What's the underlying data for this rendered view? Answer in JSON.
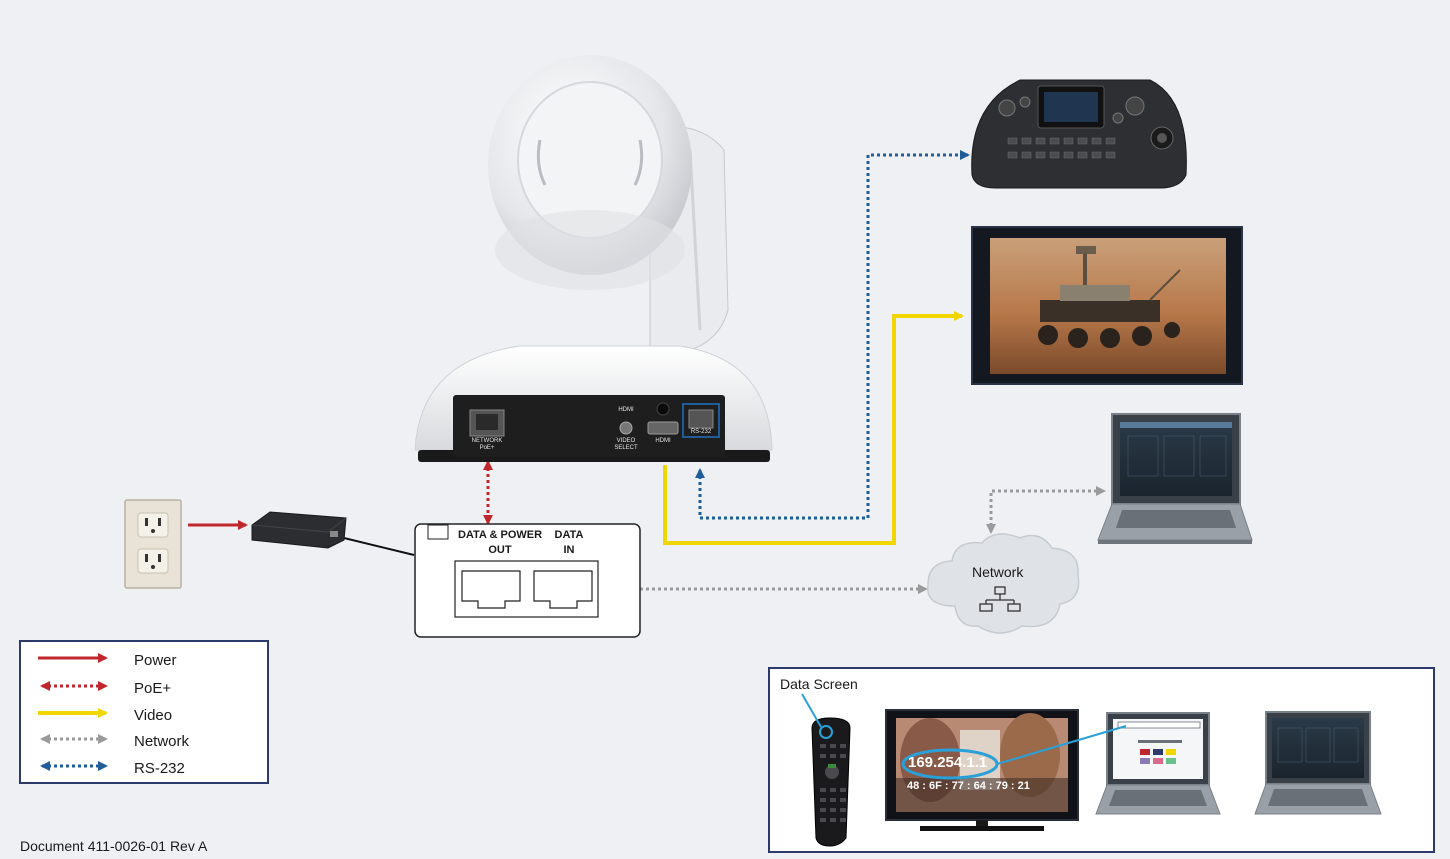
{
  "legend": {
    "items": [
      {
        "label": "Power",
        "color": "#c0272d",
        "style": "solid"
      },
      {
        "label": "PoE+",
        "color": "#c0272d",
        "style": "dotted"
      },
      {
        "label": "Video",
        "color": "#f2d600",
        "style": "solid"
      },
      {
        "label": "Network",
        "color": "#9a9a9a",
        "style": "dotted"
      },
      {
        "label": "RS-232",
        "color": "#1f5d99",
        "style": "dotted"
      }
    ]
  },
  "injector": {
    "data_power_out": "DATA & POWER\nOUT",
    "data_in": "DATA\nIN"
  },
  "camera_ports": {
    "network": "NETWORK\nPoE+",
    "hdmi_top": "HDMI",
    "video_select": "VIDEO\nSELECT",
    "hdmi": "HDMI",
    "rs232": "RS-232"
  },
  "network_label": "Network",
  "data_screen": {
    "title": "Data Screen",
    "ip": "169.254.1.1",
    "mac": "48 : 6F : 77 : 64 : 79 : 21"
  },
  "document_id": "Document 411-0026-01 Rev A",
  "colors": {
    "power": "#c0272d",
    "video": "#f2d600",
    "network": "#9a9a9a",
    "rs232": "#1f5d99",
    "frame": "#2c3a6b"
  }
}
